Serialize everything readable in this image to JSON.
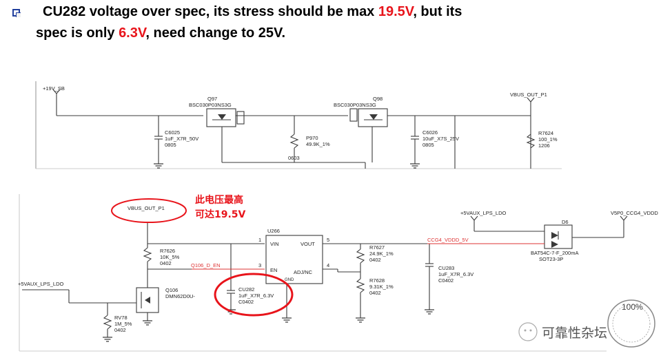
{
  "header": {
    "line1_a": "CU282 voltage over spec, its stress should be max ",
    "line1_b": "19.5V",
    "line1_c": ", but its",
    "line2_a": "spec is only ",
    "line2_b": "6.3V",
    "line2_c": ", need change to 25V."
  },
  "top_schematic": {
    "rail_in": "+19V_SB",
    "rail_out": "VBUS_OUT_P1",
    "q97_ref": "Q97",
    "q97_part": "BSC030P03NS3G",
    "q98_ref": "Q98",
    "q98_part": "BSC030P03NS3G",
    "c6025": [
      "C6025",
      "1uF_X7R_50V",
      "0805"
    ],
    "p970": [
      "P970",
      "49.9K_1%"
    ],
    "p970_pkg": "0603",
    "c6026": [
      "C6026",
      "10uF_X7S_25V",
      "0805"
    ],
    "r7624": [
      "R7624",
      "100_1%",
      "1206"
    ]
  },
  "bottom_schematic": {
    "vbus_label": "VBUS_OUT_P1",
    "annotation": [
      "此电压最高",
      "可达19.5V"
    ],
    "r7626": [
      "R7626",
      "10K_5%",
      "0402"
    ],
    "net_q106": "Q106_D_EN",
    "vaux_left": "+5VAUX_LPS_LDO",
    "q106": [
      "Q106",
      "DMN62D0U-"
    ],
    "rv78": [
      "RV78",
      "1M_5%",
      "0402"
    ],
    "cu282": [
      "CU282",
      "1uF_X7R_6.3V",
      "C0402"
    ],
    "u266_ref": "U266",
    "u266_pins": [
      "VIN",
      "VOUT",
      "EN",
      "ADJ/NC",
      "GND"
    ],
    "pin_nums": [
      "1",
      "5",
      "3",
      "4"
    ],
    "r7627": [
      "R7627",
      "24.9K_1%",
      "0402"
    ],
    "r7628": [
      "R7628",
      "9.31K_1%",
      "0402"
    ],
    "net_ccg4": "CCG4_VDDD_5V",
    "cu283": [
      "CU283",
      "1uF_X7R_6.3V",
      "C0402"
    ],
    "vaux_right": "+5VAUX_LPS_LDO",
    "d6": [
      "D6",
      "BAT54C-7-F_200mA",
      "SOT23-3P"
    ],
    "v5p0": "V5P0_CCG4_VDDD"
  },
  "watermark": {
    "brand": "可靠性杂坛",
    "stamp": "100%"
  },
  "colors": {
    "accent": "#e8141b",
    "wire": "#3a3a3a",
    "net_red": "#d33",
    "bullet": "#1f3e9c"
  }
}
